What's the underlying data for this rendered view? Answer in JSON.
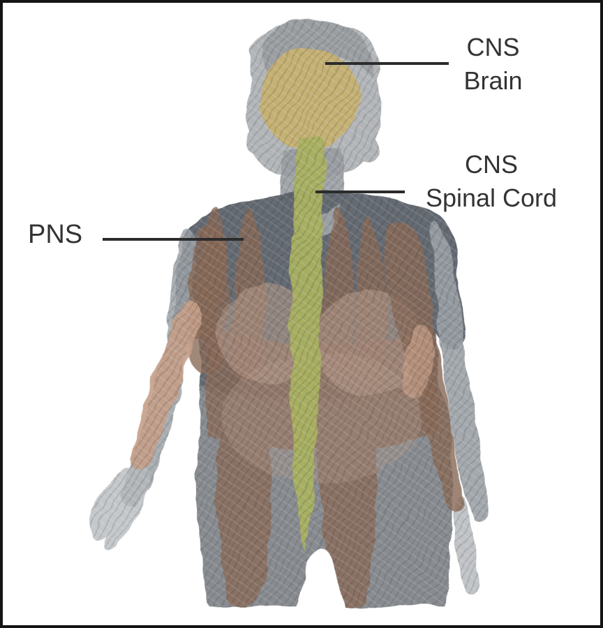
{
  "figure": {
    "description": "Hand-drawn human body sketch with nervous system regions highlighted",
    "labels": {
      "brain": {
        "line1": "CNS",
        "line2": "Brain"
      },
      "spinal": {
        "line1": "CNS",
        "line2": "Spinal Cord"
      },
      "pns": {
        "text": "PNS"
      }
    },
    "colors": {
      "background": "#ffffff",
      "border": "#141414",
      "label_text": "#333333",
      "leader_line": "#2b2b2b",
      "brain_highlight": "#c7b170",
      "spinal_cord_highlight": "#a9b161",
      "pns_nerve_brown": "#8a6a58",
      "skin_peach": "#c49e87",
      "chest_pink": "#b79a8b",
      "head_gray": "#a6a9ad",
      "hair_gray": "#84878c",
      "neck_gray": "#989ca1",
      "shirt_dark_gray": "#5d626a",
      "lower_body_gray": "#7e8287",
      "arm_gray": "#9aa0a5",
      "hand_gray": "#b6babd",
      "collar_light": "#c7cacd"
    }
  }
}
